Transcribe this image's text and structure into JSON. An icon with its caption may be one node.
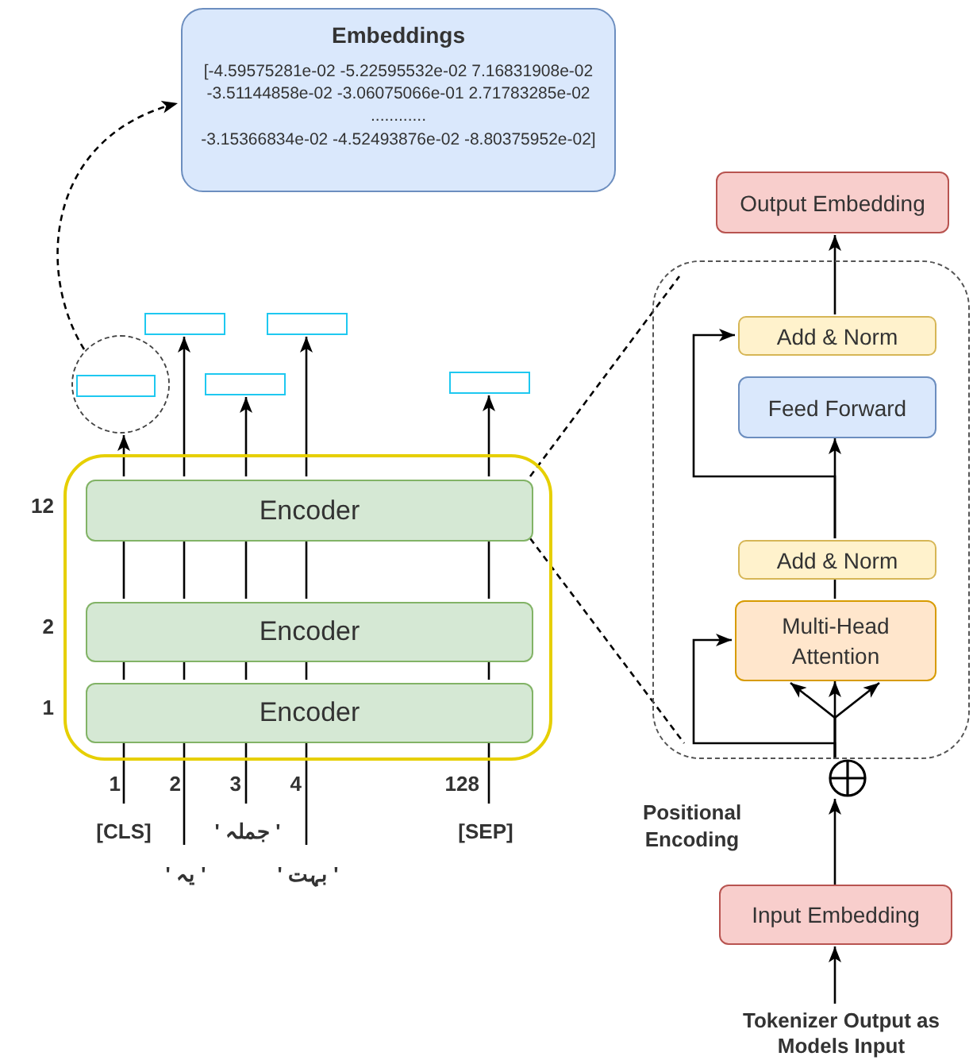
{
  "diagram": {
    "nodes": [
      {
        "text": [
          "Embeddings",
          "[-4.59575281e-02 -5.22595532e-02 7.16831908e-02",
          "-3.51144858e-02 -3.06075066e-01 2.71783285e-02",
          "............",
          "-3.15366834e-02 -4.52493876e-02 -8.80375952e-02]"
        ]
      },
      {
        "text": [
          "Output Embedding"
        ]
      },
      {
        "text": [],
        "shape": "circle"
      },
      {
        "text": [],
        "shape": "box",
        "in": 2
      },
      {
        "text": [],
        "shape": "box"
      },
      {
        "text": [],
        "shape": "box"
      },
      {
        "text": [],
        "shape": "box"
      },
      {
        "text": [],
        "shape": "box"
      },
      {
        "text": [],
        "shape": "box"
      },
      {
        "text": [
          "Add & Norm"
        ],
        "in": 8
      },
      {
        "text": [
          "Feed Forward"
        ],
        "in": 8
      },
      {
        "text": [],
        "shape": "box"
      },
      {
        "text": [
          "Encoder"
        ],
        "in": 11,
        "beside": [
          "12"
        ]
      },
      {
        "text": [
          "Add & Norm"
        ],
        "in": 8
      },
      {
        "text": [
          "Multi-Head Attention"
        ],
        "in": 8
      },
      {
        "text": [
          "Encoder"
        ],
        "in": 11,
        "beside": [
          "2"
        ]
      },
      {
        "text": [
          "Encoder"
        ],
        "in": 11,
        "beside": [
          "1"
        ]
      },
      {
        "text": [
          "[CLS]"
        ]
      },
      {
        "text": [
          "' جملہ '"
        ]
      },
      {
        "text": [
          "[SEP]"
        ]
      },
      {
        "text": [],
        "shape": "circle"
      },
      {
        "text": [
          "' یہ '"
        ]
      },
      {
        "text": [
          "' بہت '"
        ]
      },
      {
        "text": [
          "Input Embedding"
        ]
      },
      {
        "text": [
          "Tokenizer Output as Models Input"
        ]
      }
    ],
    "edges": [
      {
        "from": 2,
        "to": 0,
        "arrow": "to",
        "style": "dashed"
      },
      {
        "from": 17,
        "to": 16,
        "arrow": "none"
      },
      {
        "from": 16,
        "to": 15,
        "arrow": "none"
      },
      {
        "from": 15,
        "to": 12,
        "arrow": "none"
      },
      {
        "from": 12,
        "to": 2,
        "arrow": "to"
      },
      {
        "from": 21,
        "to": 16,
        "arrow": "none"
      },
      {
        "from": 16,
        "to": 15,
        "arrow": "none"
      },
      {
        "from": 15,
        "to": 12,
        "arrow": "none"
      },
      {
        "from": 12,
        "to": 4,
        "arrow": "to"
      },
      {
        "from": 18,
        "to": 16,
        "arrow": "none"
      },
      {
        "from": 16,
        "to": 15,
        "arrow": "none"
      },
      {
        "from": 15,
        "to": 12,
        "arrow": "none"
      },
      {
        "from": 12,
        "to": 5,
        "arrow": "to"
      },
      {
        "from": 22,
        "to": 16,
        "arrow": "none"
      },
      {
        "from": 16,
        "to": 15,
        "arrow": "none"
      },
      {
        "from": 15,
        "to": 12,
        "arrow": "none"
      },
      {
        "from": 12,
        "to": 6,
        "arrow": "to"
      },
      {
        "from": 19,
        "to": 16,
        "arrow": "none"
      },
      {
        "from": 16,
        "to": 15,
        "arrow": "none"
      },
      {
        "from": 15,
        "to": 12,
        "arrow": "none"
      },
      {
        "from": 12,
        "to": 7,
        "arrow": "to"
      },
      {
        "from": 12,
        "to": 8,
        "arrow": "none",
        "style": "dashed"
      },
      {
        "from": 12,
        "to": 8,
        "arrow": "none",
        "style": "dashed"
      },
      {
        "from": 24,
        "to": 23,
        "arrow": "to"
      },
      {
        "from": 23,
        "to": 20,
        "arrow": "to"
      },
      {
        "from": 20,
        "to": 14,
        "arrow": "to"
      },
      {
        "from": 20,
        "to": 14,
        "arrow": "to"
      },
      {
        "from": 20,
        "to": 14,
        "arrow": "to"
      },
      {
        "from": 20,
        "to": 14,
        "arrow": "to"
      },
      {
        "from": 14,
        "to": 13,
        "arrow": "none"
      },
      {
        "from": 13,
        "to": 10,
        "arrow": "to"
      },
      {
        "from": 13,
        "to": 9,
        "arrow": "to"
      },
      {
        "from": 9,
        "to": 1,
        "arrow": "to"
      }
    ],
    "labels": [
      "1",
      "2",
      "3",
      "4",
      "128",
      "Positional Encoding"
    ]
  }
}
